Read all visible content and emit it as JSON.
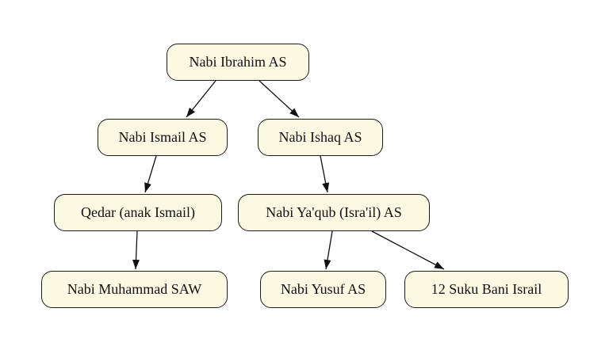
{
  "diagram": {
    "type": "family-tree",
    "background_color": "#ffffff",
    "node_fill_color": "#fcf9e2",
    "node_border_color": "#1c1c1c",
    "edge_color": "#111111",
    "nodes": {
      "ibrahim": {
        "label": "Nabi Ibrahim AS"
      },
      "ismail": {
        "label": "Nabi Ismail AS"
      },
      "ishaq": {
        "label": "Nabi Ishaq AS"
      },
      "qedar": {
        "label": "Qedar (anak Ismail)"
      },
      "yaqub": {
        "label": "Nabi Ya'qub (Isra'il) AS"
      },
      "muhammad": {
        "label": "Nabi Muhammad SAW"
      },
      "yusuf": {
        "label": "Nabi Yusuf AS"
      },
      "suku12": {
        "label": "12 Suku Bani Israil"
      }
    },
    "edges": [
      {
        "from": "Nabi Ibrahim AS",
        "to": "Nabi Ismail AS"
      },
      {
        "from": "Nabi Ibrahim AS",
        "to": "Nabi Ishaq AS"
      },
      {
        "from": "Nabi Ismail AS",
        "to": "Qedar (anak Ismail)"
      },
      {
        "from": "Nabi Ishaq AS",
        "to": "Nabi Ya'qub (Isra'il) AS"
      },
      {
        "from": "Qedar (anak Ismail)",
        "to": "Nabi Muhammad SAW"
      },
      {
        "from": "Nabi Ya'qub (Isra'il) AS",
        "to": "Nabi Yusuf AS"
      },
      {
        "from": "Nabi Ya'qub (Isra'il) AS",
        "to": "12 Suku Bani Israil"
      }
    ]
  }
}
